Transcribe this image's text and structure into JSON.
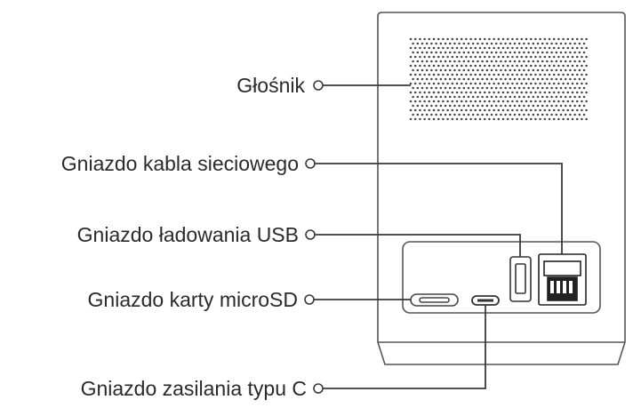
{
  "labels": {
    "speaker": "Głośnik",
    "ethernet": "Gniazdo kabla sieciowego",
    "usb": "Gniazdo ładowania USB",
    "microsd": "Gniazdo karty microSD",
    "power": "Gniazdo zasilania typu C"
  },
  "colors": {
    "line": "#3a3a3a",
    "text": "#2a2a2a",
    "device_outline": "#555555"
  }
}
